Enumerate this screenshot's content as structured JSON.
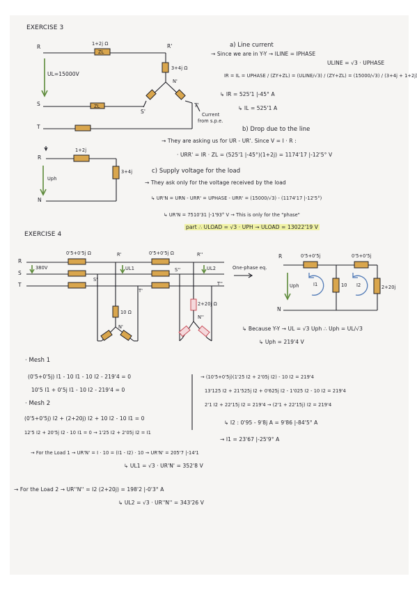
{
  "ex3": {
    "title": "EXERCISE 3",
    "circuit": {
      "R": "R",
      "S": "S",
      "T": "T",
      "z_top": "1+2j Ω",
      "zl": "ZL",
      "zl2": "ZL",
      "r1": "R'",
      "n1": "N'",
      "s1": "S'",
      "t1": "T'",
      "z_load": "3+4j Ω",
      "ul": "UL=15000V",
      "current_note_1": "Current",
      "current_note_2": "from s.p.e."
    },
    "a_title": "a) Line current",
    "a_line1": "→ Since we are in Y-Y  → ILINE = IPHASE",
    "a_line2": "ULINE = √3 · UPHASE",
    "a_eq1": "IR = IL =  UPHASE / (ZY+ZL)  =  (ULINE/√3) / (ZY+ZL)  =  (15000/√3) / (3+4j + 1+2j)",
    "a_eq2": "↳ IR = 525'1 |-45° A",
    "a_eq3": "↳ IL = 525'1 A",
    "b_title": "b) Drop due to the line",
    "b_line1": "→ They are asking us for UR - UR'. Since V = I · R :",
    "b_line2": "· URR' = IR · ZL = (525'1 |-45°)(1+2j) = 1174'17 |-12'5° V",
    "phase": {
      "R": "R",
      "N": "N",
      "z": "1+2j",
      "zy": "3+4j",
      "uph": "Uph"
    },
    "c_title": "c) Supply voltage for the load",
    "c_line1": "→ They ask only for the voltage received by the load",
    "c_line2": "↳ UR'N = URN - URR' = UPHASE - URR' = (15000/√3) - (1174'17 |-12'5°)",
    "c_line3": "↳ UR'N = 7510'31 |-1'93° V  → This is only for the \"phase\"",
    "c_line4": "part ∴ ULOAD = √3 · UPH → ULOAD = 13022'19 V"
  },
  "ex4": {
    "title": "EXERCISE 4",
    "circuit": {
      "R": "R",
      "S": "S",
      "T": "T",
      "z1": "0'5+0'5j Ω",
      "z2": "0'5+0'5j Ω",
      "r1": "R'",
      "s1": "S'",
      "t1": "T'",
      "r2": "R''",
      "s2": "S''",
      "t2": "T''",
      "v380": "380V",
      "ul1": "UL1",
      "ul2": "UL2",
      "r10": "10 Ω",
      "z2load": "2+20j Ω",
      "n1": "N'",
      "n2": "N''",
      "eq": "One-phase eq."
    },
    "eq_circuit": {
      "R": "R",
      "N": "N",
      "z1": "0'5+0'5j",
      "z2": "0'5+0'5j",
      "r10": "10",
      "z3": "2+20j",
      "uph": "Uph",
      "i1": "I1",
      "i2": "I2"
    },
    "because_1": "↳ Because Y-Y → UL = √3 Uph ∴ Uph = UL/√3",
    "because_2": "↳ Uph = 219'4 V",
    "mesh1_title": "· Mesh 1",
    "mesh1_l1": "(0'5+0'5j) I1 - 10 I1 - 10 I2 - 219'4 = 0",
    "mesh1_l2": "10'5 I1 + 0'5j I1 - 10 I2 - 219'4 = 0",
    "mesh2_title": "· Mesh 2",
    "mesh2_l1": "(0'5+0'5j) I2 + (2+20j) I2 + 10 I2 - 10 I1 = 0",
    "mesh2_l2": "12'5 I2 + 20'5j I2 - 10 I1 = 0 → 1'25 I2 + 2'05j I2 = I1",
    "sys_l1": "→ (10'5+0'5j)(1'25 I2 + 2'05j I2) - 10 I2 = 219'4",
    "sys_l2": "13'125 I2 + 21'525j I2 + 0'625j I2 - 1'025 I2 - 10 I2 = 219'4",
    "sys_l3": "2'1 I2 + 22'15j I2 = 219'4 → (2'1 + 22'15j) I2 = 219'4",
    "sys_l4": "↳ I2 : 0'95 - 9'8j A = 9'86 |-84'5° A",
    "sys_l5": "→ I1 = 23'67 |-25'9° A",
    "load1_l1": "→ For the Load 1  → UR'N' = I · 10 = (I1 - I2) · 10 → UR'N' = 205'7 |-14'1",
    "load1_l2": "↳ UL1 = √3 · UR'N' = 352'8 V",
    "load2_l1": "→ For the Load 2  → UR''N'' = I2 (2+20j) = 198'2 |-0'3° A",
    "load2_l2": "↳ UL2 = √3 · UR''N'' = 343'26 V"
  },
  "colors": {
    "resistor": "#d9a64d",
    "arrow": "#5d8a3a",
    "mesh": "#4f79b6",
    "highlight": "#f0f2a6",
    "ink": "#1c1c24"
  }
}
